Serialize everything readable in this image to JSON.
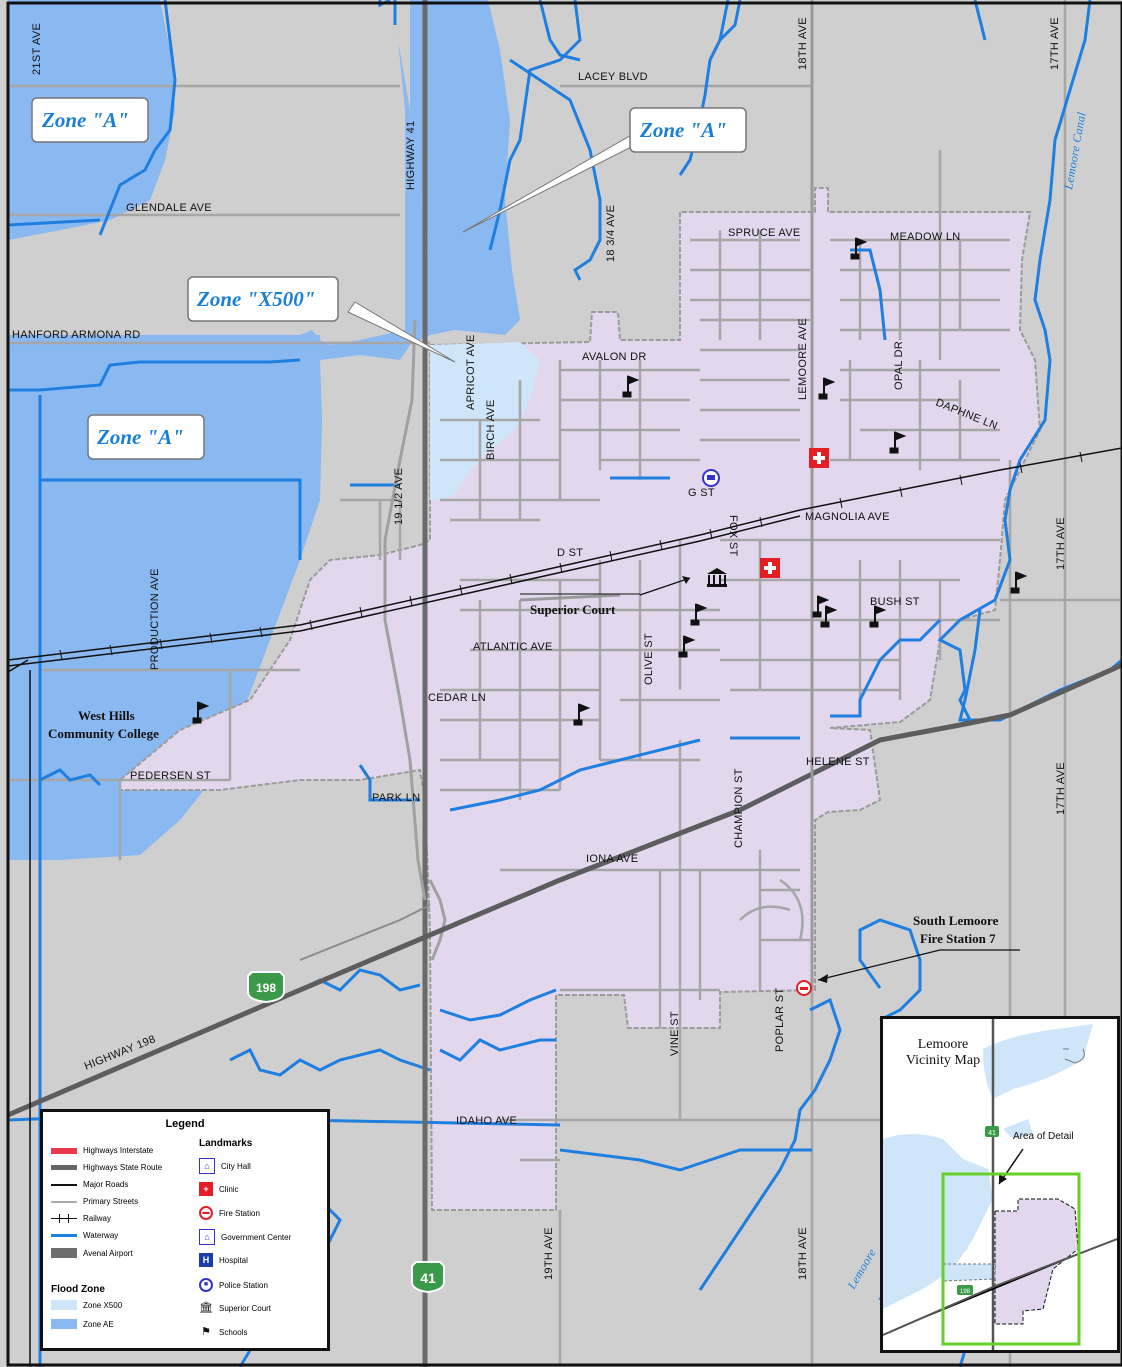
{
  "zones": {
    "zone_a_1": "Zone \"A\"",
    "zone_a_2": "Zone \"A\"",
    "zone_x500": "Zone \"X500\"",
    "zone_a_3": "Zone \"A\""
  },
  "streets": {
    "ave_21st": "21ST AVE",
    "ave_18th_top": "18TH AVE",
    "ave_17th_top": "17TH AVE",
    "lacey": "LACEY BLVD",
    "hwy41": "HIGHWAY 41",
    "glendale": "GLENDALE AVE",
    "ave_18_34": "18 3/4 AVE",
    "spruce": "SPRUCE AVE",
    "meadow": "MEADOW LN",
    "hanford_armona": "HANFORD ARMONA RD",
    "apricot": "APRICOT AVE",
    "avalon": "AVALON DR",
    "lemoore_ave": "LEMOORE AVE",
    "opal": "OPAL DR",
    "birch": "BIRCH AVE",
    "daphne": "DAPHNE LN",
    "ave_19_12": "19 1/2 AVE",
    "g_st": "G ST",
    "fox": "FOX ST",
    "magnolia": "MAGNOLIA AVE",
    "ave_17th_mid": "17TH AVE",
    "d_st": "D ST",
    "production": "PRODUCTION AVE",
    "bush": "BUSH ST",
    "olive": "OLIVE ST",
    "atlantic": "ATLANTIC AVE",
    "cedar": "CEDAR LN",
    "helene": "HELENE ST",
    "pedersen": "PEDERSEN ST",
    "ave_17th_low": "17TH AVE",
    "park": "PARK LN",
    "champion": "CHAMPION ST",
    "iona": "IONA AVE",
    "vine": "VINE ST",
    "poplar": "POPLAR ST",
    "hwy198": "HIGHWAY 198",
    "idaho": "IDAHO AVE",
    "ave_19th": "19TH AVE",
    "ave_18th_bottom": "18TH AVE",
    "canal": "Lemoore Canal",
    "lemoore_bottom": "Lemoore"
  },
  "shields": {
    "s198": "198",
    "s41": "41"
  },
  "places": {
    "superior_court": "Superior Court",
    "west_hills_1": "West Hills",
    "west_hills_2": "Community College",
    "fire_1": "South Lemoore",
    "fire_2": "Fire Station 7"
  },
  "legend": {
    "title": "Legend",
    "col1": [
      {
        "label": "Highways Interstate",
        "color": "#e8394a",
        "kind": "thick"
      },
      {
        "label": "Highways State Route",
        "color": "#666666",
        "kind": "thick"
      },
      {
        "label": "Major Roads",
        "color": "#111111",
        "kind": "thin"
      },
      {
        "label": "Primary Streets",
        "color": "#aaaaaa",
        "kind": "thin"
      },
      {
        "label": "Railway",
        "color": "#111111",
        "kind": "rail"
      },
      {
        "label": "Waterway",
        "color": "#1e7fe0",
        "kind": "water"
      },
      {
        "label": "Avenal Airport",
        "color": "#6d6d6d",
        "kind": "block"
      }
    ],
    "landmarks_title": "Landmarks",
    "landmarks": [
      {
        "label": "City Hall",
        "icon": "city-hall-icon"
      },
      {
        "label": "Clinic",
        "icon": "clinic-icon"
      },
      {
        "label": "Fire Station",
        "icon": "fire-station-icon"
      },
      {
        "label": "Government Center",
        "icon": "government-center-icon"
      },
      {
        "label": "Hospital",
        "icon": "hospital-icon"
      },
      {
        "label": "Police Station",
        "icon": "police-station-icon"
      },
      {
        "label": "Superior Court",
        "icon": "superior-court-icon"
      },
      {
        "label": "Schools",
        "icon": "school-icon"
      }
    ],
    "flood_title": "Flood Zone",
    "flood": [
      {
        "label": "Zone X500",
        "color": "#cfe6fa"
      },
      {
        "label": "Zone AE",
        "color": "#8ab8f0"
      }
    ]
  },
  "inset": {
    "title_1": "Lemoore",
    "title_2": "Vicinity Map",
    "area": "Area of Detail",
    "s41": "41",
    "s198": "198"
  },
  "colors": {
    "background": "#cfcfcf",
    "city": "#e2d7ec",
    "flood_a": "#8ab8f0",
    "x500": "#cfe6fa",
    "water": "#1e7fe0",
    "road": "#a6a6a6",
    "highway": "#666666"
  }
}
